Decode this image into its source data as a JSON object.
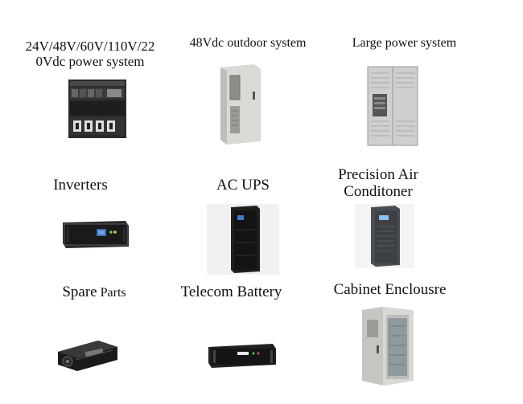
{
  "products": [
    {
      "line1": "24V/48V/60V/110V/22",
      "line2": "0Vdc power system",
      "icon": "rack-power-system-icon"
    },
    {
      "line1": "48Vdc outdoor system",
      "icon": "outdoor-cabinet-icon"
    },
    {
      "line1": "Large power system",
      "icon": "large-power-cabinet-icon"
    },
    {
      "line1": "Inverters",
      "icon": "rackmount-inverter-icon"
    },
    {
      "line1": "AC UPS",
      "icon": "tower-ups-icon"
    },
    {
      "line1": "Precision Air",
      "line2": "Conditoner",
      "icon": "air-conditioner-icon"
    },
    {
      "line1": "Spare",
      "line1b": " Parts",
      "icon": "rectifier-module-icon"
    },
    {
      "line1": "Telecom Battery",
      "icon": "rack-battery-icon"
    },
    {
      "line1": "Cabinet Enclousre",
      "icon": "cabinet-enclosure-icon"
    }
  ]
}
